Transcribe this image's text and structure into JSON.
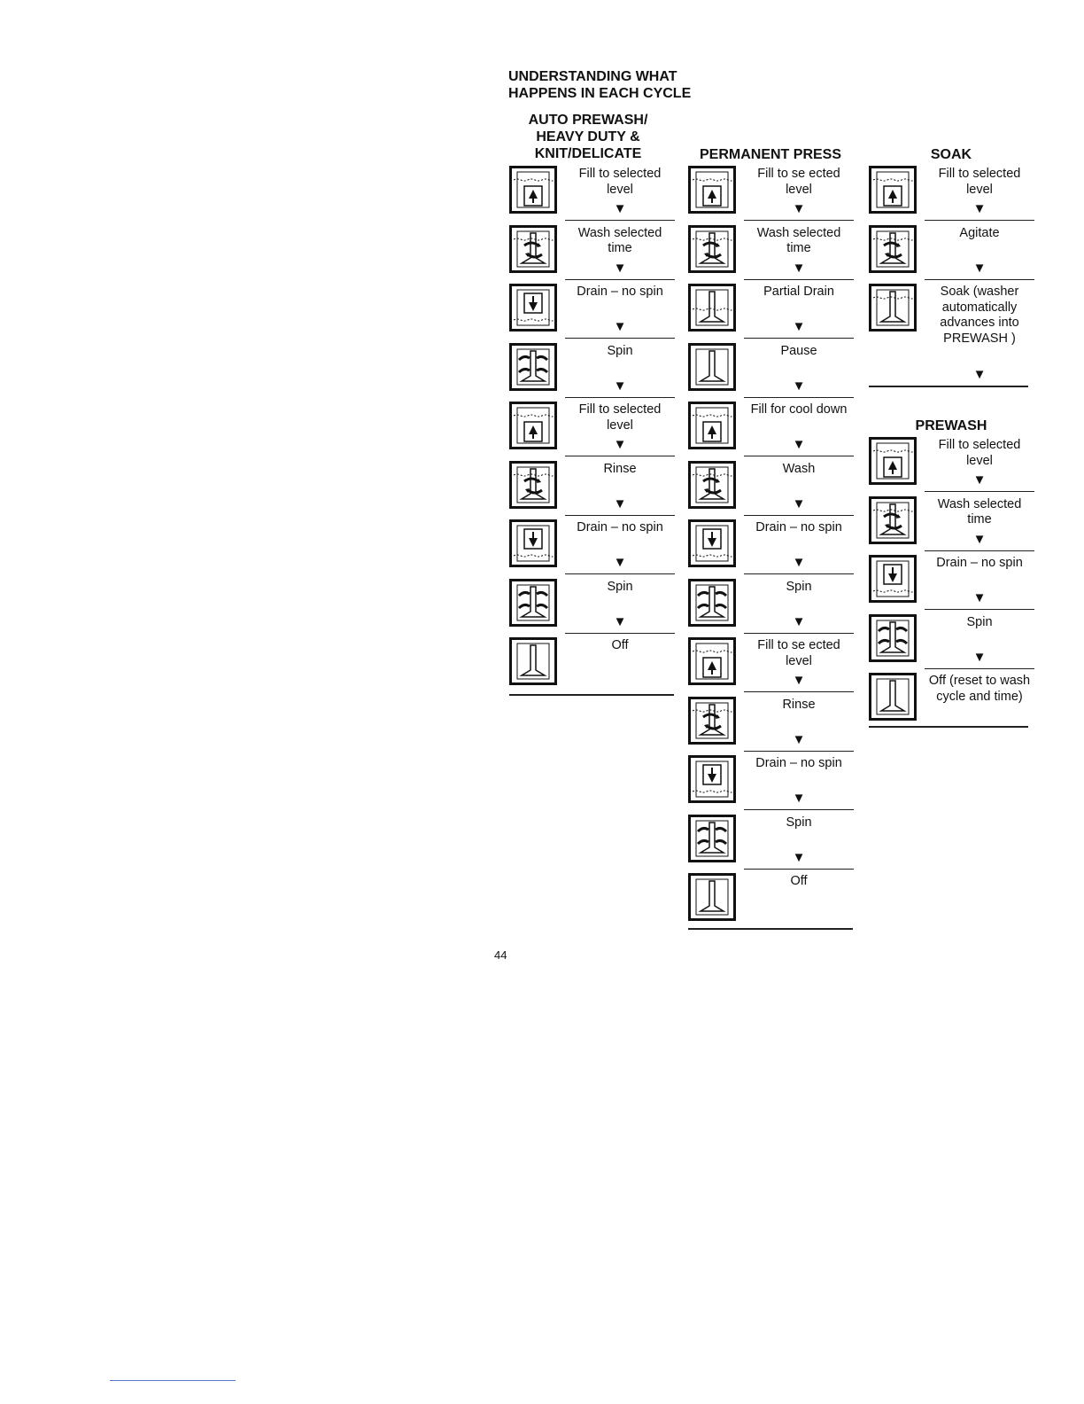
{
  "page_title": "UNDERSTANDING WHAT HAPPENS IN EACH CYCLE",
  "arrow_glyph": "▼",
  "columns": [
    {
      "heading": "AUTO PREWASH/ HEAVY DUTY & KNIT/DELICATE",
      "steps": [
        {
          "icon": "fill-icon",
          "label": "Fill to selected level"
        },
        {
          "icon": "wash-icon",
          "label": "Wash selected time"
        },
        {
          "icon": "drain-icon",
          "label": "Drain – no spin"
        },
        {
          "icon": "spin-icon",
          "label": "Spin"
        },
        {
          "icon": "fill-icon",
          "label": "Fill to selected level"
        },
        {
          "icon": "wash-icon",
          "label": "Rinse"
        },
        {
          "icon": "drain-icon",
          "label": "Drain – no spin"
        },
        {
          "icon": "spin-icon",
          "label": "Spin"
        },
        {
          "icon": "off-icon",
          "label": "Off"
        }
      ]
    },
    {
      "heading": "PERMANENT PRESS",
      "steps": [
        {
          "icon": "fill-icon",
          "label": "Fill to se ected level"
        },
        {
          "icon": "wash-icon",
          "label": "Wash selected time"
        },
        {
          "icon": "partial-drain-icon",
          "label": "Partial Drain"
        },
        {
          "icon": "pause-icon",
          "label": "Pause"
        },
        {
          "icon": "fill-icon",
          "label": "Fill for cool down"
        },
        {
          "icon": "wash-icon",
          "label": "Wash"
        },
        {
          "icon": "drain-icon",
          "label": "Drain – no spin"
        },
        {
          "icon": "spin-icon",
          "label": "Spin"
        },
        {
          "icon": "fill-icon",
          "label": "Fill to se ected level"
        },
        {
          "icon": "wash-icon",
          "label": "Rinse"
        },
        {
          "icon": "drain-icon",
          "label": "Drain – no spin"
        },
        {
          "icon": "spin-icon",
          "label": "Spin"
        },
        {
          "icon": "off-icon",
          "label": "Off"
        }
      ]
    },
    {
      "heading": "SOAK",
      "steps": [
        {
          "icon": "fill-icon",
          "label": "Fill to selected level"
        },
        {
          "icon": "wash-icon",
          "label": "Agitate"
        },
        {
          "icon": "soak-icon",
          "label": "Soak (washer automatically advances into PREWASH )"
        }
      ]
    },
    {
      "heading": "PREWASH",
      "steps": [
        {
          "icon": "fill-icon",
          "label": "Fill to selected level"
        },
        {
          "icon": "wash-icon",
          "label": "Wash selected time"
        },
        {
          "icon": "drain-icon",
          "label": "Drain – no spin"
        },
        {
          "icon": "spin-icon",
          "label": "Spin"
        },
        {
          "icon": "off-icon",
          "label": "Off (reset to wash cycle and time)"
        }
      ]
    }
  ],
  "page_number": "44"
}
